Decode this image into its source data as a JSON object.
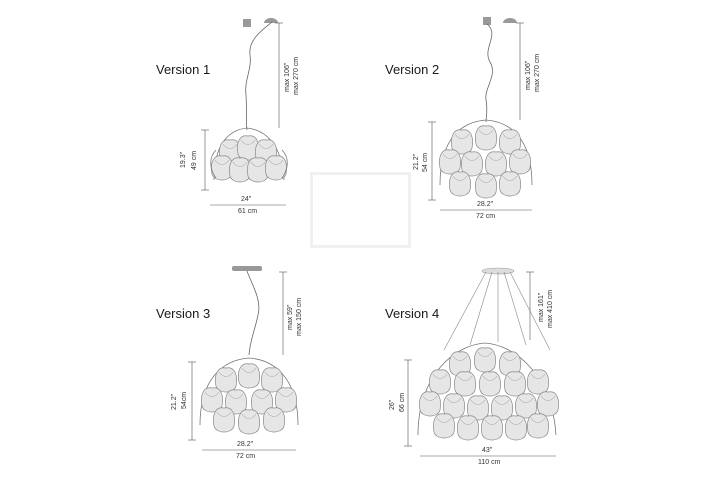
{
  "versions": [
    {
      "title": "Version 1",
      "suspension_in": "max 106\"",
      "suspension_cm": "max 270 cm",
      "height_in": "19.3\"",
      "height_cm": "49 cm",
      "width_in": "24\"",
      "width_cm": "61 cm"
    },
    {
      "title": "Version 2",
      "suspension_in": "max 106\"",
      "suspension_cm": "max 270 cm",
      "height_in": "21.2\"",
      "height_cm": "54 cm",
      "width_in": "28.2\"",
      "width_cm": "72 cm"
    },
    {
      "title": "Version 3",
      "suspension_in": "max 59\"",
      "suspension_cm": "max 150 cm",
      "height_in": "21.2\"",
      "height_cm": "54cm",
      "width_in": "28.2\"",
      "width_cm": "72 cm"
    },
    {
      "title": "Version 4",
      "suspension_in": "max 161\"",
      "suspension_cm": "max 410 cm",
      "height_in": "26\"",
      "height_cm": "66 cm",
      "width_in": "43\"",
      "width_cm": "110 cm"
    }
  ],
  "colors": {
    "line": "#555555",
    "canopy": "#9a9a9a",
    "petal": "#dcdcdc",
    "watermark": "#f2f2f2"
  }
}
